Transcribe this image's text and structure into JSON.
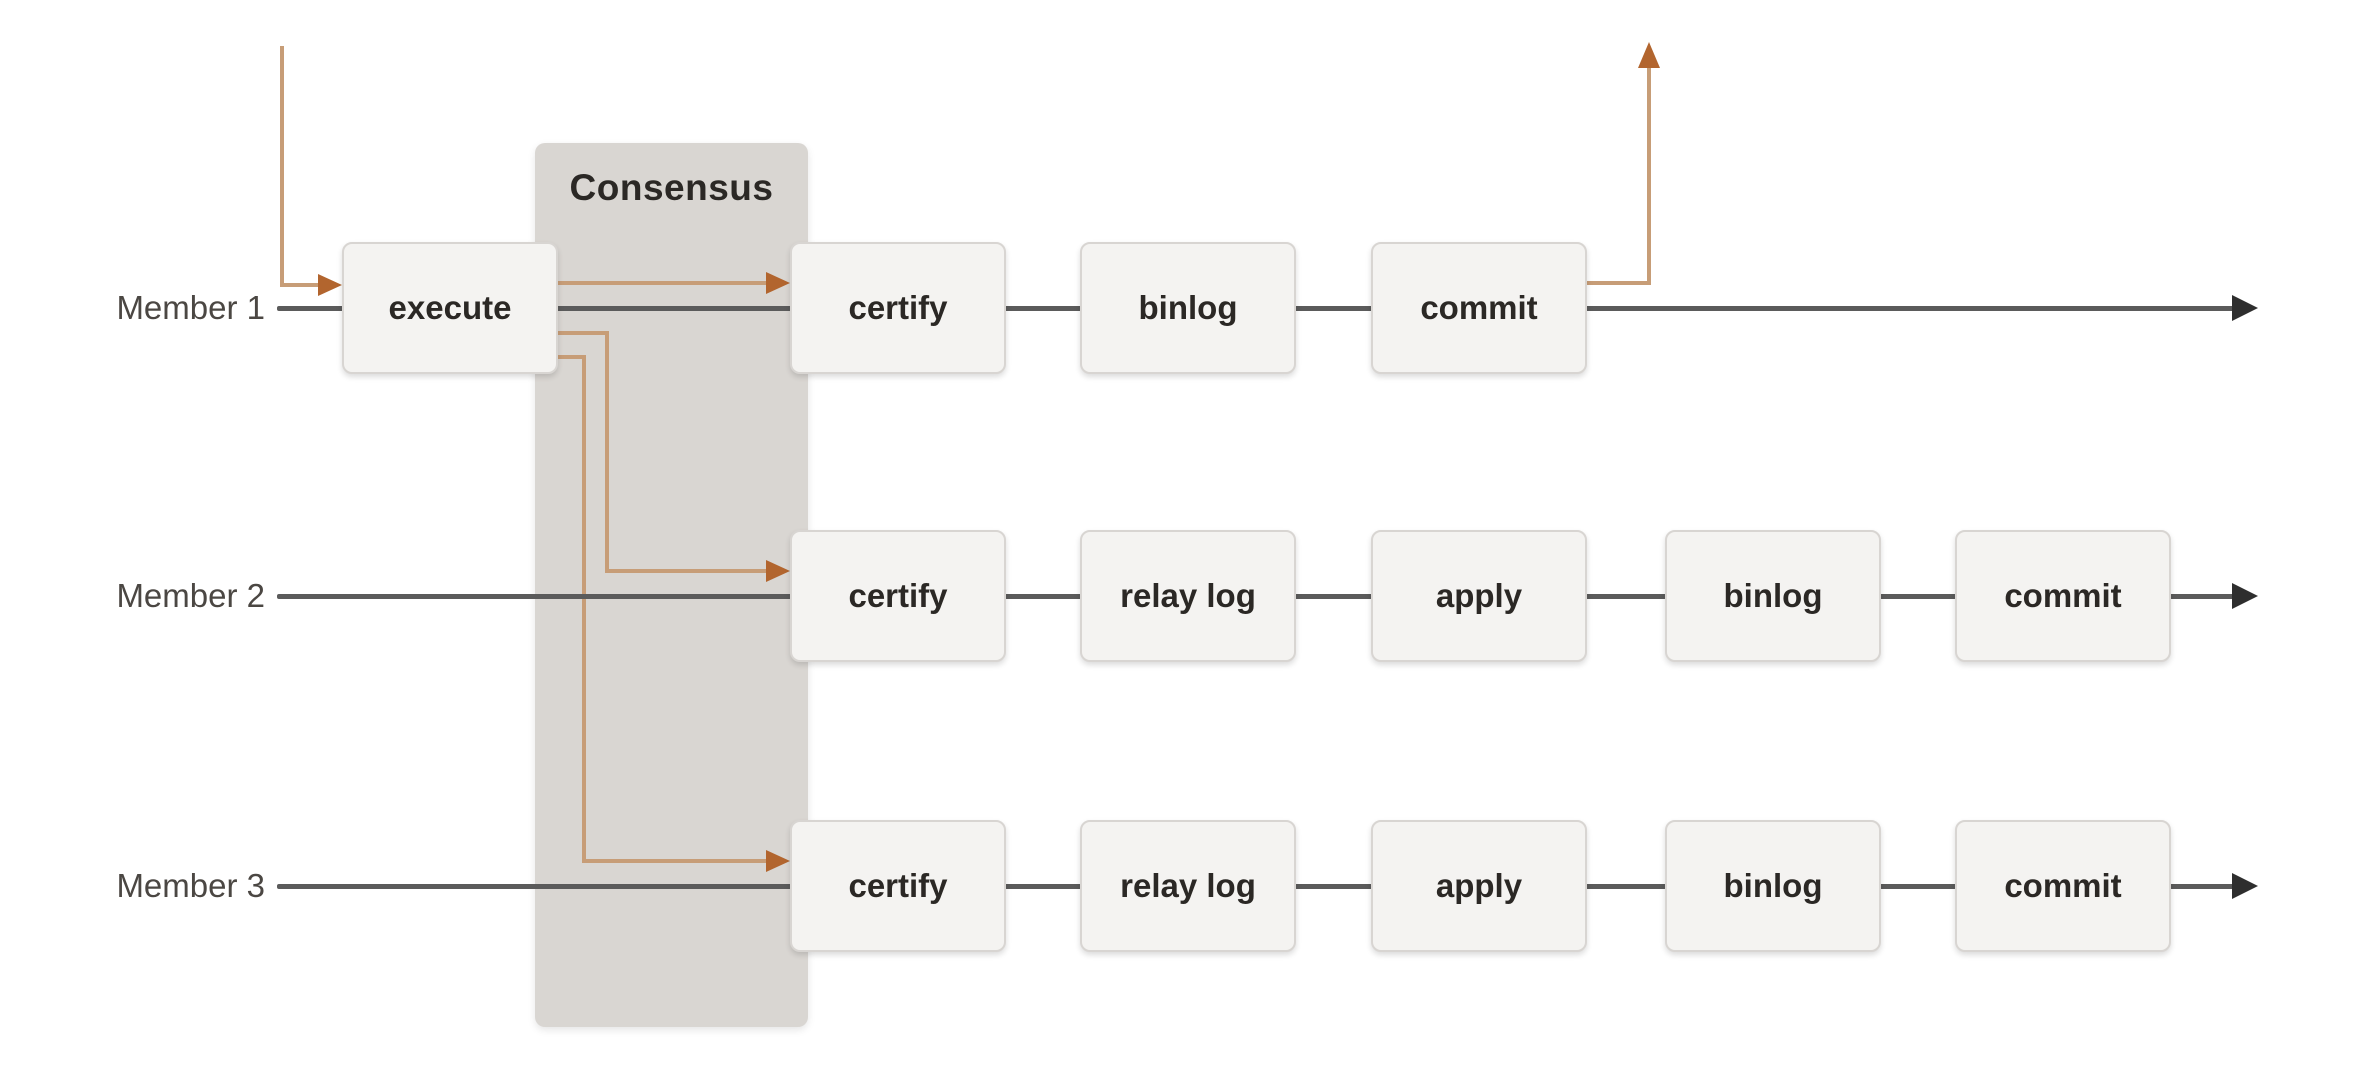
{
  "diagram": {
    "consensus_label": "Consensus",
    "members": [
      {
        "label": "Member 1",
        "stages": [
          "execute",
          "certify",
          "binlog",
          "commit"
        ]
      },
      {
        "label": "Member 2",
        "stages": [
          "certify",
          "relay log",
          "apply",
          "binlog",
          "commit"
        ]
      },
      {
        "label": "Member 3",
        "stages": [
          "certify",
          "relay log",
          "apply",
          "binlog",
          "commit"
        ]
      }
    ],
    "flow_notes": {
      "entry_arrow": "transaction enters Member 1 execute",
      "broadcast_arrows": "execute sends through Consensus to certify on all members",
      "exit_arrow": "response returns up after Member 1 commit"
    }
  },
  "colors": {
    "background": "#ffffff",
    "band_fill": "#d9d6d2",
    "box_fill": "#f4f3f1",
    "box_border": "#d8d5d2",
    "box_text": "#2b2825",
    "label_text": "#4b4743",
    "row_line": "#5b5b5b",
    "row_arrowhead": "#2e2e2e",
    "arrow_line": "#c79d77",
    "accent_arrow": "#b2652e"
  }
}
